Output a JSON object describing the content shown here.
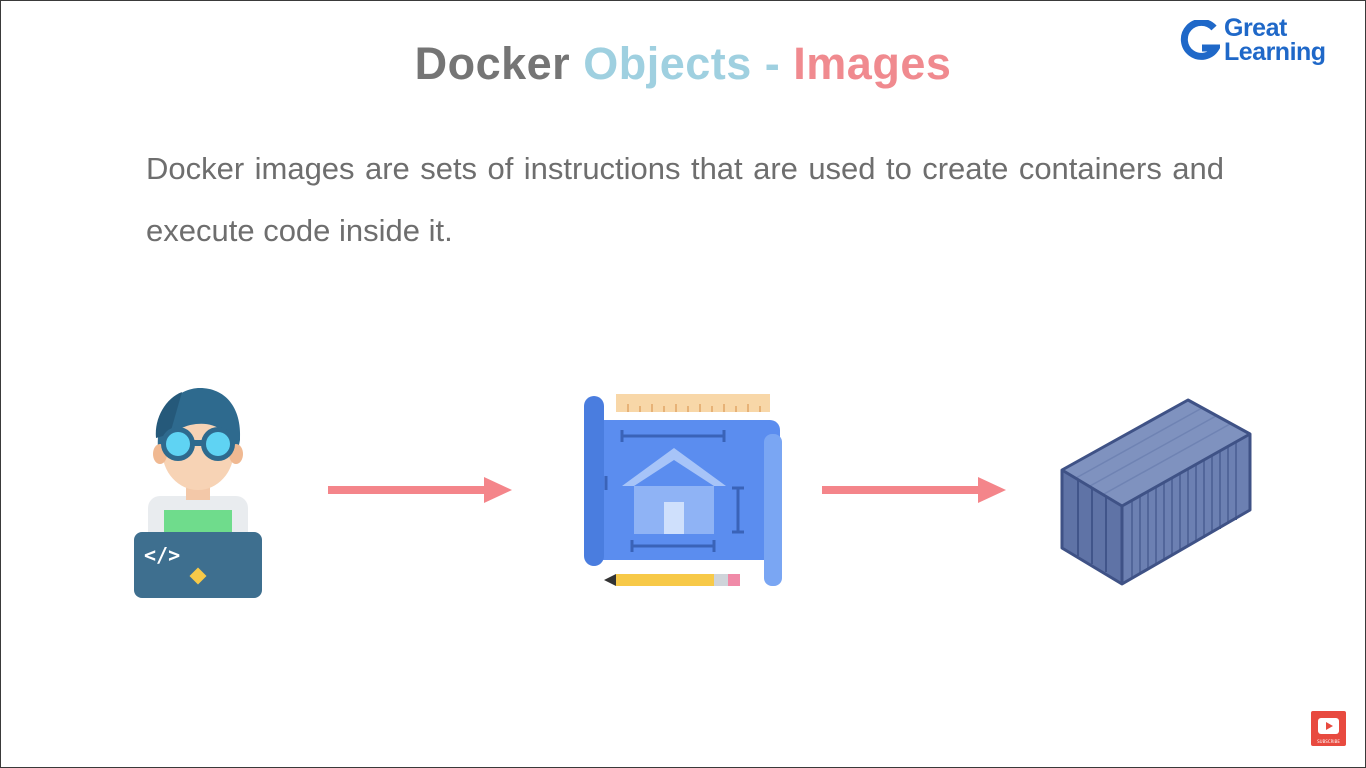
{
  "slide": {
    "title": {
      "part1": "Docker",
      "part2": "Objects",
      "part3": "-",
      "part4": "Images"
    },
    "body": "Docker images are sets of instructions that are used to create containers and execute code inside it."
  },
  "logo": {
    "line1": "Great",
    "line2": "Learning"
  },
  "diagram": {
    "icons": [
      "developer-icon",
      "blueprint-icon",
      "shipping-container-icon"
    ],
    "arrow_color": "#f4858a"
  },
  "subscribe": {
    "label": "SUBSCRIBE",
    "icon": "play-icon",
    "color": "#e84a3f"
  }
}
